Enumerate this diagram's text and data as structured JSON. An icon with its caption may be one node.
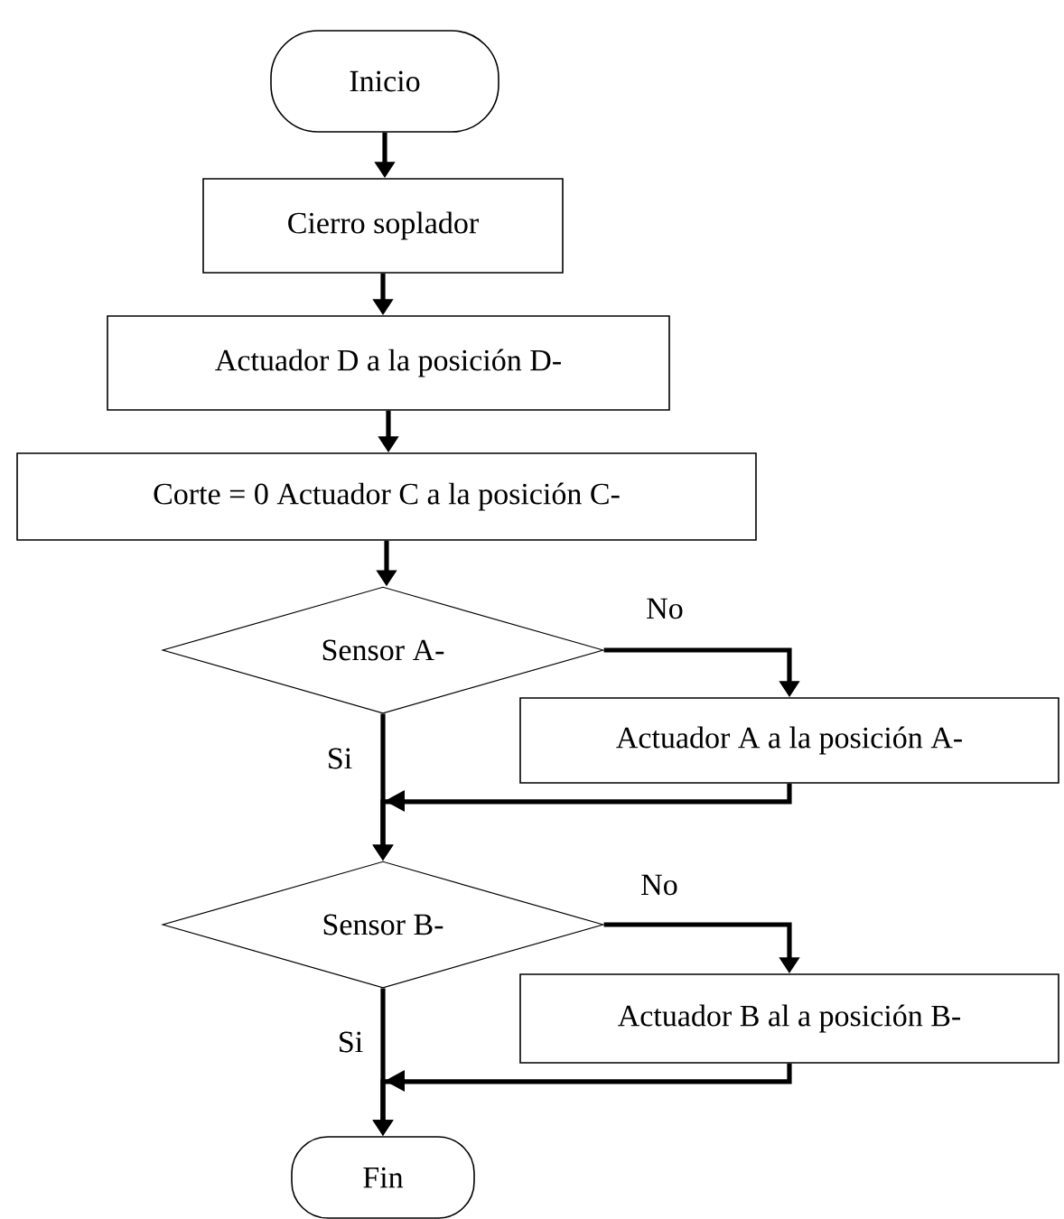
{
  "diagram": {
    "nodes": [
      {
        "text": [
          "Inicio"
        ]
      },
      {
        "text": [
          "Cierro soplador"
        ]
      },
      {
        "text": [
          "Actuador D a la posición D-"
        ]
      },
      {
        "text": [
          "Corte = 0 Actuador C a la posición C-"
        ]
      },
      {
        "text": [
          "Sensor A-"
        ]
      },
      {
        "text": [
          "Actuador A a la posición A-"
        ]
      },
      {
        "text": [
          "Sensor B-"
        ]
      },
      {
        "text": [
          "Actuador B al a posición B-"
        ]
      },
      {
        "text": [
          "Fin"
        ]
      }
    ],
    "edges": [
      {
        "from": 0,
        "to": 1,
        "arrow": "to"
      },
      {
        "from": 1,
        "to": 2,
        "arrow": "to"
      },
      {
        "from": 2,
        "to": 3,
        "arrow": "to"
      },
      {
        "from": 3,
        "to": 4,
        "arrow": "to"
      },
      {
        "from": 4,
        "to": 5,
        "arrow": "to",
        "label": "No"
      },
      {
        "from": 4,
        "to": 6,
        "arrow": "to",
        "label": "Si"
      },
      {
        "from": 5,
        "to": 6,
        "arrow": "to"
      },
      {
        "from": 6,
        "to": 7,
        "arrow": "to",
        "label": "No"
      },
      {
        "from": 6,
        "to": 8,
        "arrow": "to",
        "label": "Si"
      },
      {
        "from": 7,
        "to": 8,
        "arrow": "to"
      }
    ]
  }
}
